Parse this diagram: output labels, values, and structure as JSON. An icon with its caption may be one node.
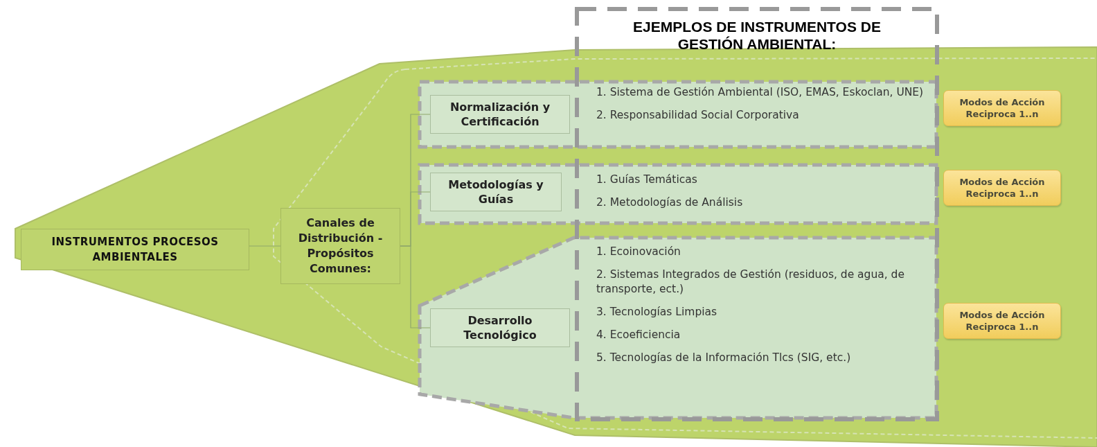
{
  "diagram": {
    "nodes": [
      {
        "text": [
          "EJEMPLOS DE INSTRUMENTOS DE GESTIÓN AMBIENTAL:"
        ]
      },
      {
        "text": [
          "INSTRUMENTOS PROCESOS AMBIENTALES"
        ]
      },
      {
        "text": [
          "Canales de Distribución - Propósitos Comunes:"
        ]
      },
      {
        "text": [
          "1. Sistema de Gestión Ambiental (ISO, EMAS, Eskoclan, UNE)",
          "2. Responsabilidad Social Corporativa"
        ]
      },
      {
        "text": [
          "Normalización y Certificación"
        ],
        "in": 3
      },
      {
        "text": [
          "1. Guías Temáticas",
          "2. Metodologías de Análisis"
        ]
      },
      {
        "text": [
          "Metodologías y Guías"
        ],
        "in": 5
      },
      {
        "text": [
          "1. Ecoinovación",
          "2. Sistemas Integrados de Gestión (residuos, de agua, de transporte, ect.)",
          "3. Tecnologías Limpias",
          "4. Ecoeficiencia",
          "5. Tecnologías de la Información Tlcs (SIG, etc.)"
        ]
      },
      {
        "text": [
          "Desarrollo Tecnológico"
        ],
        "in": 7
      },
      {
        "text": [
          "Modos de Acción Reciproca 1..n"
        ]
      },
      {
        "text": [
          "Modos de Acción Reciproca 1..n"
        ]
      },
      {
        "text": [
          "Modos de Acción Reciproca 1..n"
        ]
      }
    ],
    "edges": [
      {
        "from": 1,
        "to": 2,
        "arrow": "none"
      },
      {
        "from": 2,
        "to": 4,
        "arrow": "none"
      },
      {
        "from": 2,
        "to": 6,
        "arrow": "none"
      },
      {
        "from": 2,
        "to": 8,
        "arrow": "none"
      }
    ]
  }
}
